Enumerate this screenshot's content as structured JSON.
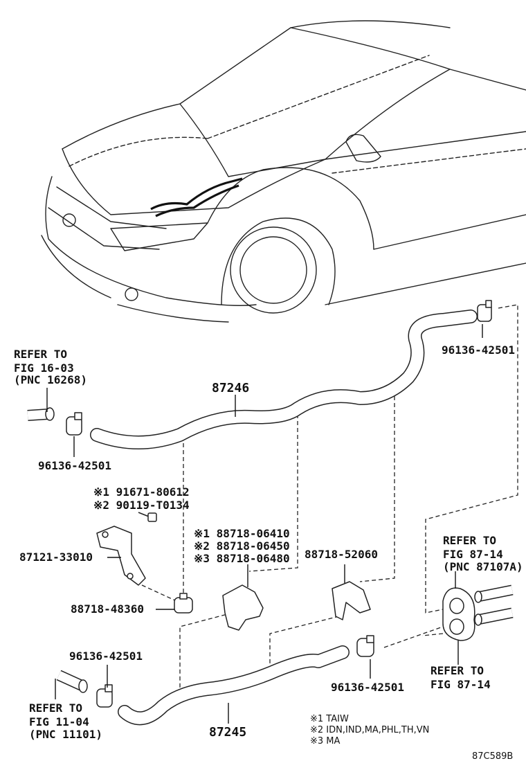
{
  "labels": {
    "refer_16": [
      "REFER TO",
      "FIG 16-03",
      "(PNC 16268)"
    ],
    "hose_upper": "87246",
    "clamp_upper_right": "96136-42501",
    "clamp_upper_left": "96136-42501",
    "bolt_notes": [
      "※1 91671-80612",
      "※2 90119-T0134"
    ],
    "bracket": "87121-33010",
    "clamp_small": "88718-48360",
    "clamp_mid_notes": [
      "※1 88718-06410",
      "※2 88718-06450",
      "※3 88718-06480"
    ],
    "clamp_right": "88718-52060",
    "refer_87_top": [
      "REFER TO",
      "FIG 87-14",
      "(PNC 87107A)"
    ],
    "refer_87_bottom": [
      "REFER TO",
      "FIG 87-14"
    ],
    "clamp_lower_left": "96136-42501",
    "clamp_lower_right": "96136-42501",
    "refer_11": [
      "REFER TO",
      "FIG 11-04",
      "(PNC 11101)"
    ],
    "hose_lower": "87245",
    "legend": [
      "※1  TAIW",
      "※2  IDN,IND,MA,PHL,TH,VN",
      "※3  MA"
    ],
    "figure_code": "87C589B"
  }
}
